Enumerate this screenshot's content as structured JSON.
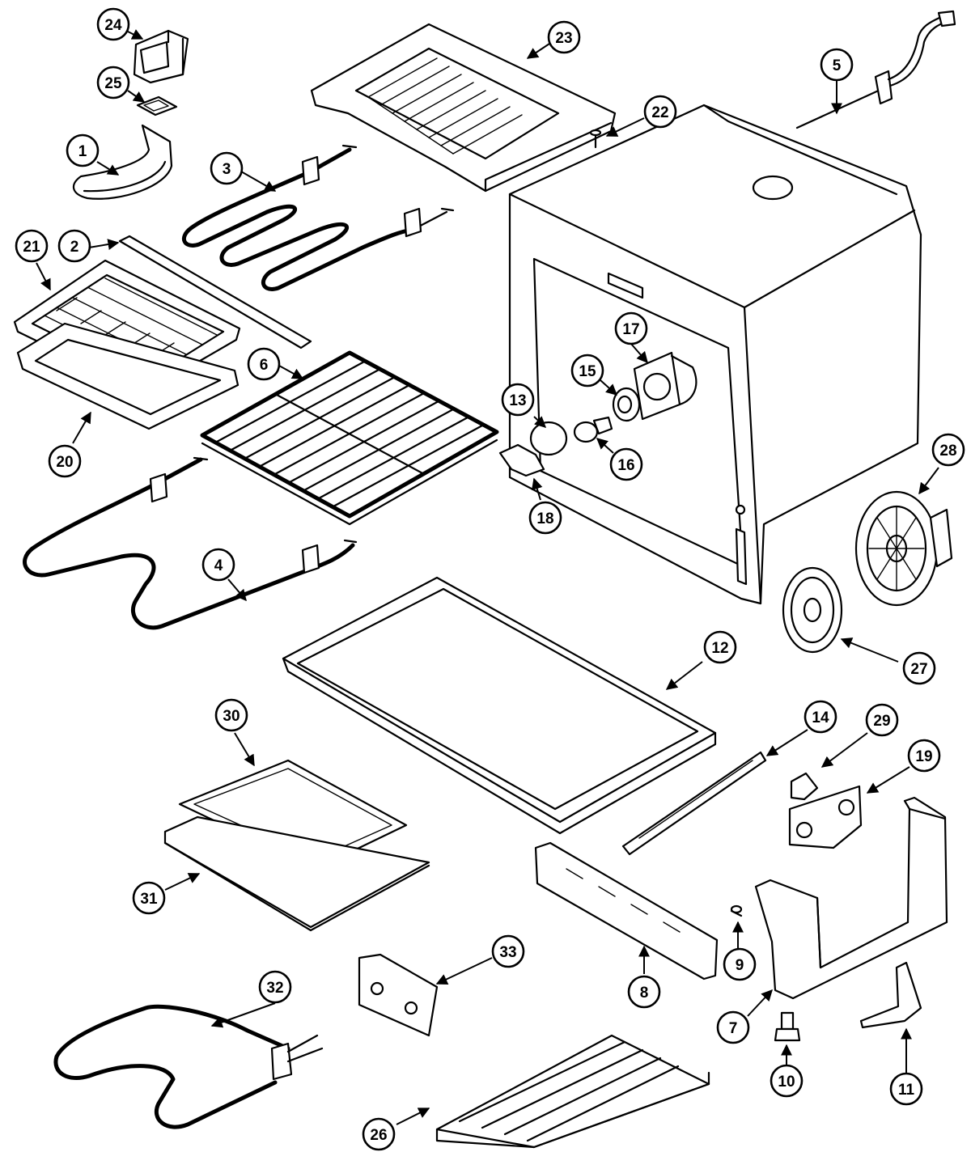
{
  "callouts": {
    "p1": "1",
    "p2": "2",
    "p3": "3",
    "p4": "4",
    "p5": "5",
    "p6": "6",
    "p7": "7",
    "p8": "8",
    "p9": "9",
    "p10": "10",
    "p11": "11",
    "p12": "12",
    "p13": "13",
    "p14": "14",
    "p15": "15",
    "p16": "16",
    "p17": "17",
    "p18": "18",
    "p19": "19",
    "p20": "20",
    "p21": "21",
    "p22": "22",
    "p23": "23",
    "p24": "24",
    "p25": "25",
    "p26": "26",
    "p27": "27",
    "p28": "28",
    "p29": "29",
    "p30": "30",
    "p31": "31",
    "p32": "32",
    "p33": "33"
  }
}
